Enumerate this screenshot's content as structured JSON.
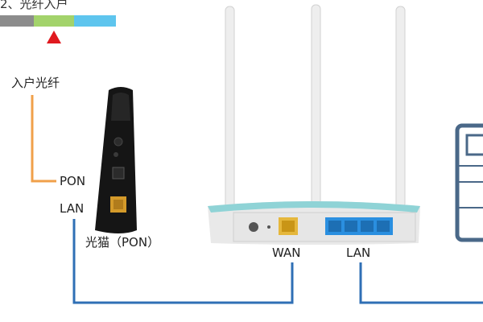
{
  "step": {
    "title": "2、光纤入户"
  },
  "labels": {
    "fiber_in": "入户光纤",
    "pon": "PON",
    "lan_modem": "LAN",
    "modem": "光猫（PON）",
    "wan": "WAN",
    "lan_router": "LAN"
  },
  "colors": {
    "fiber_cable": "#f0a04a",
    "ethernet_cable": "#2f6fb5",
    "step_gray": "#8c8c8c",
    "step_green": "#a3d36b",
    "step_blue": "#5ec5ee",
    "pointer_red": "#e0191f",
    "wan_port": "#e5b73c",
    "lan_port": "#2a8fe0",
    "pc_frame": "#4a6888"
  },
  "icons": {
    "modem": "fiber-modem-icon",
    "router": "wifi-router-icon",
    "computer": "computer-icon",
    "pointer": "pointer-triangle-icon"
  }
}
